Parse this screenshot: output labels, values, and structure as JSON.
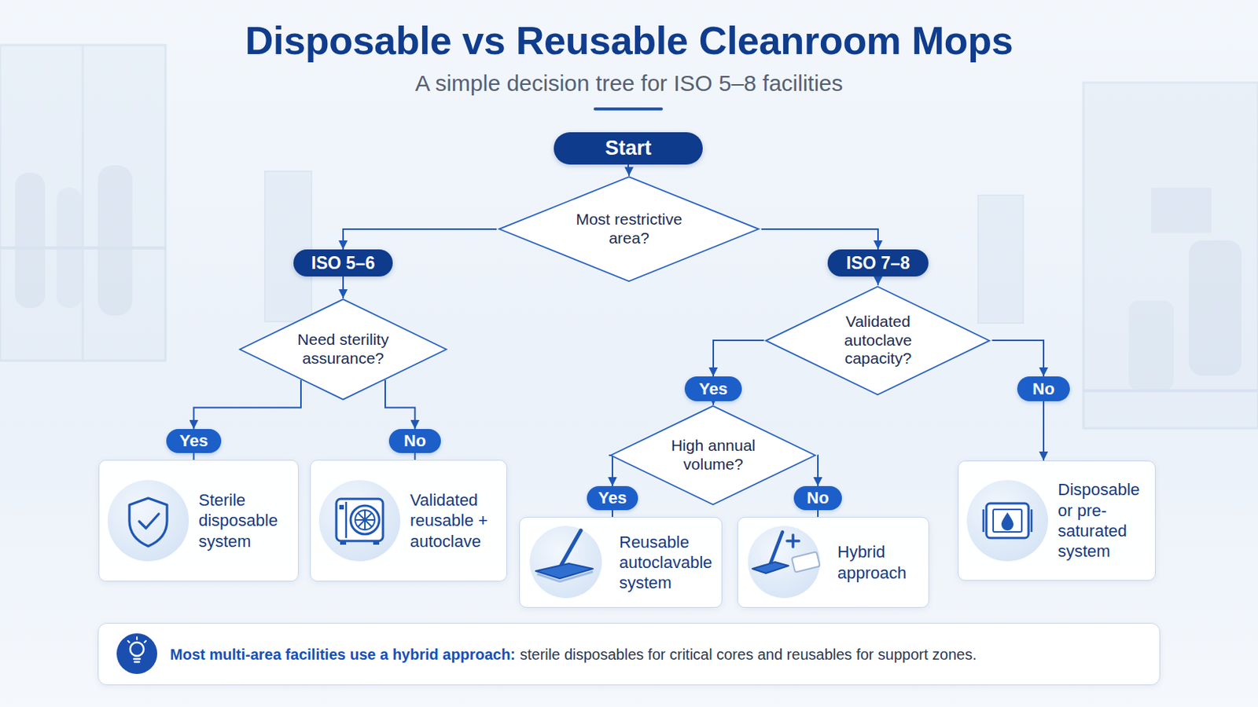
{
  "diagram": {
    "title": "Disposable vs Reusable Cleanroom Mops",
    "caption": "A simple decision tree for ISO 5–8 facilities",
    "nodes": [
      {
        "text": [
          "Start"
        ]
      },
      {
        "text": [
          "Most restrictive area?"
        ]
      },
      {
        "text": [
          "ISO 5–6"
        ]
      },
      {
        "text": [
          "ISO 7–8"
        ]
      },
      {
        "text": [
          "Need sterility assurance?"
        ]
      },
      {
        "text": [
          "Validated autoclave capacity?"
        ]
      },
      {
        "text": [
          "Yes"
        ]
      },
      {
        "text": [
          "No"
        ]
      },
      {
        "text": [
          "Yes"
        ]
      },
      {
        "text": [
          "No"
        ]
      },
      {
        "text": [
          "High annual volume?"
        ]
      },
      {
        "text": [
          "Yes"
        ]
      },
      {
        "text": [
          "No"
        ]
      },
      {
        "text": [
          "Sterile disposable system"
        ]
      },
      {
        "text": [
          "Validated reusable + autoclave"
        ]
      },
      {
        "text": [
          "Reusable autoclavable system"
        ]
      },
      {
        "text": [
          "Hybrid approach"
        ]
      },
      {
        "text": [
          "Disposable or pre-saturated system"
        ]
      },
      {
        "text": [
          "Most multi-area facilities use a hybrid approach:",
          "sterile disposables for critical cores and reusables for support zones."
        ]
      }
    ],
    "edges": [
      {
        "from": 0,
        "to": 1,
        "arrow": "to"
      },
      {
        "from": 1,
        "to": 2,
        "arrow": "to"
      },
      {
        "from": 1,
        "to": 3,
        "arrow": "to"
      },
      {
        "from": 2,
        "to": 4,
        "arrow": "to"
      },
      {
        "from": 4,
        "to": 6,
        "arrow": "to"
      },
      {
        "from": 4,
        "to": 7,
        "arrow": "to"
      },
      {
        "from": 6,
        "to": 13,
        "arrow": "none"
      },
      {
        "from": 7,
        "to": 14,
        "arrow": "none"
      },
      {
        "from": 3,
        "to": 5,
        "arrow": "to"
      },
      {
        "from": 5,
        "to": 8,
        "arrow": "to"
      },
      {
        "from": 5,
        "to": 9,
        "arrow": "to"
      },
      {
        "from": 8,
        "to": 10,
        "arrow": "to"
      },
      {
        "from": 9,
        "to": 17,
        "arrow": "to"
      },
      {
        "from": 10,
        "to": 11,
        "arrow": "to"
      },
      {
        "from": 10,
        "to": 12,
        "arrow": "to"
      },
      {
        "from": 11,
        "to": 15,
        "arrow": "none"
      },
      {
        "from": 12,
        "to": 16,
        "arrow": "none"
      }
    ]
  }
}
